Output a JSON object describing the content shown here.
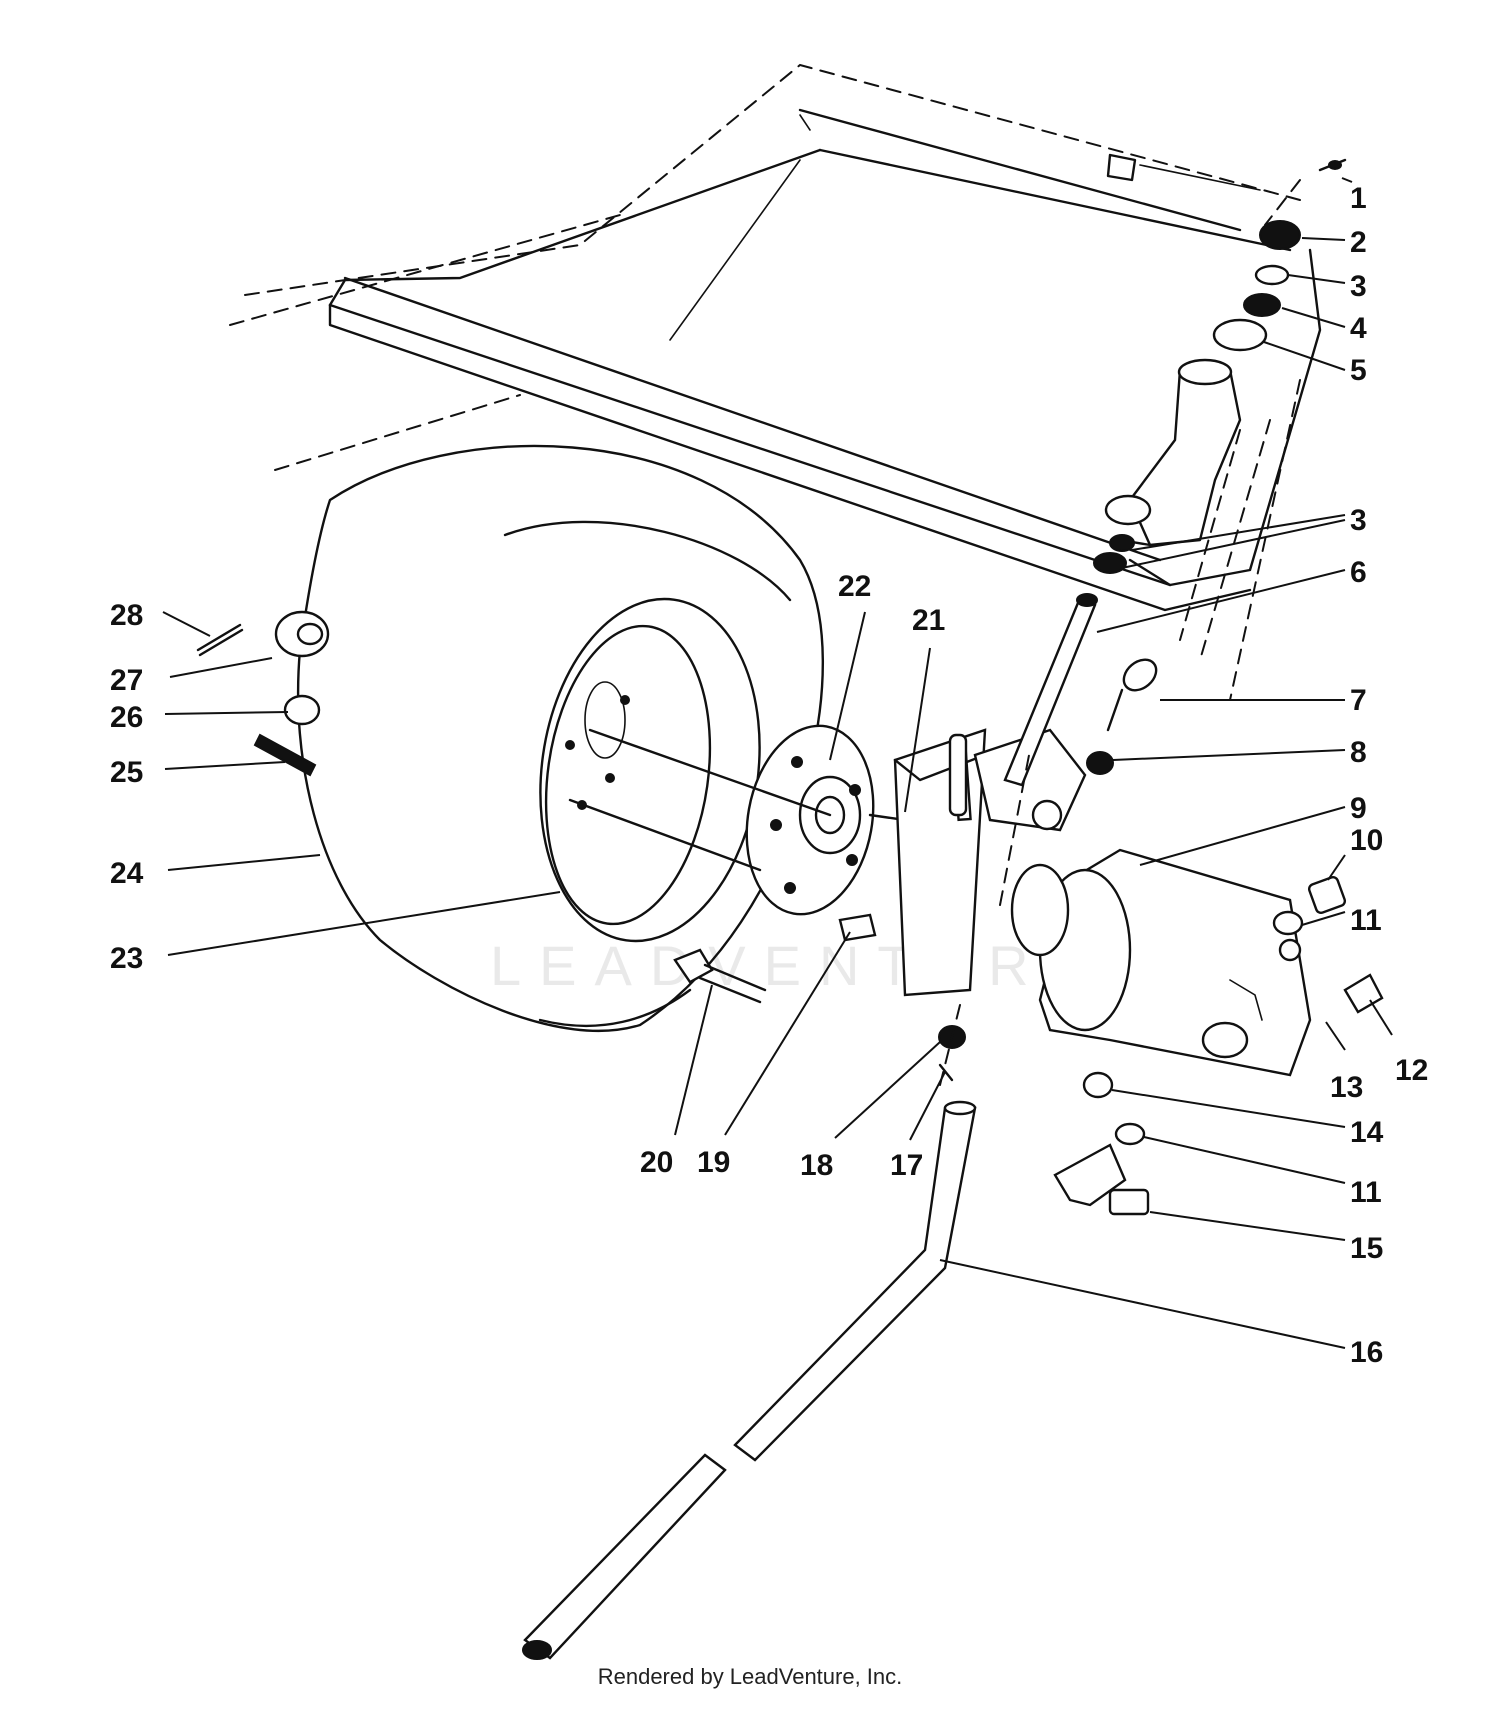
{
  "watermark": "LEADVENTURE",
  "footer": "Rendered by LeadVenture, Inc.",
  "callouts": [
    {
      "id": "c1",
      "label": "1"
    },
    {
      "id": "c2",
      "label": "2"
    },
    {
      "id": "c3a",
      "label": "3"
    },
    {
      "id": "c4",
      "label": "4"
    },
    {
      "id": "c5",
      "label": "5"
    },
    {
      "id": "c3b",
      "label": "3"
    },
    {
      "id": "c6",
      "label": "6"
    },
    {
      "id": "c7",
      "label": "7"
    },
    {
      "id": "c8",
      "label": "8"
    },
    {
      "id": "c9",
      "label": "9"
    },
    {
      "id": "c10",
      "label": "10"
    },
    {
      "id": "c11a",
      "label": "11"
    },
    {
      "id": "c12",
      "label": "12"
    },
    {
      "id": "c13",
      "label": "13"
    },
    {
      "id": "c14",
      "label": "14"
    },
    {
      "id": "c11b",
      "label": "11"
    },
    {
      "id": "c15",
      "label": "15"
    },
    {
      "id": "c16",
      "label": "16"
    },
    {
      "id": "c17",
      "label": "17"
    },
    {
      "id": "c18",
      "label": "18"
    },
    {
      "id": "c19",
      "label": "19"
    },
    {
      "id": "c20",
      "label": "20"
    },
    {
      "id": "c21",
      "label": "21"
    },
    {
      "id": "c22",
      "label": "22"
    },
    {
      "id": "c23",
      "label": "23"
    },
    {
      "id": "c24",
      "label": "24"
    },
    {
      "id": "c25",
      "label": "25"
    },
    {
      "id": "c26",
      "label": "26"
    },
    {
      "id": "c27",
      "label": "27"
    },
    {
      "id": "c28",
      "label": "28"
    }
  ]
}
